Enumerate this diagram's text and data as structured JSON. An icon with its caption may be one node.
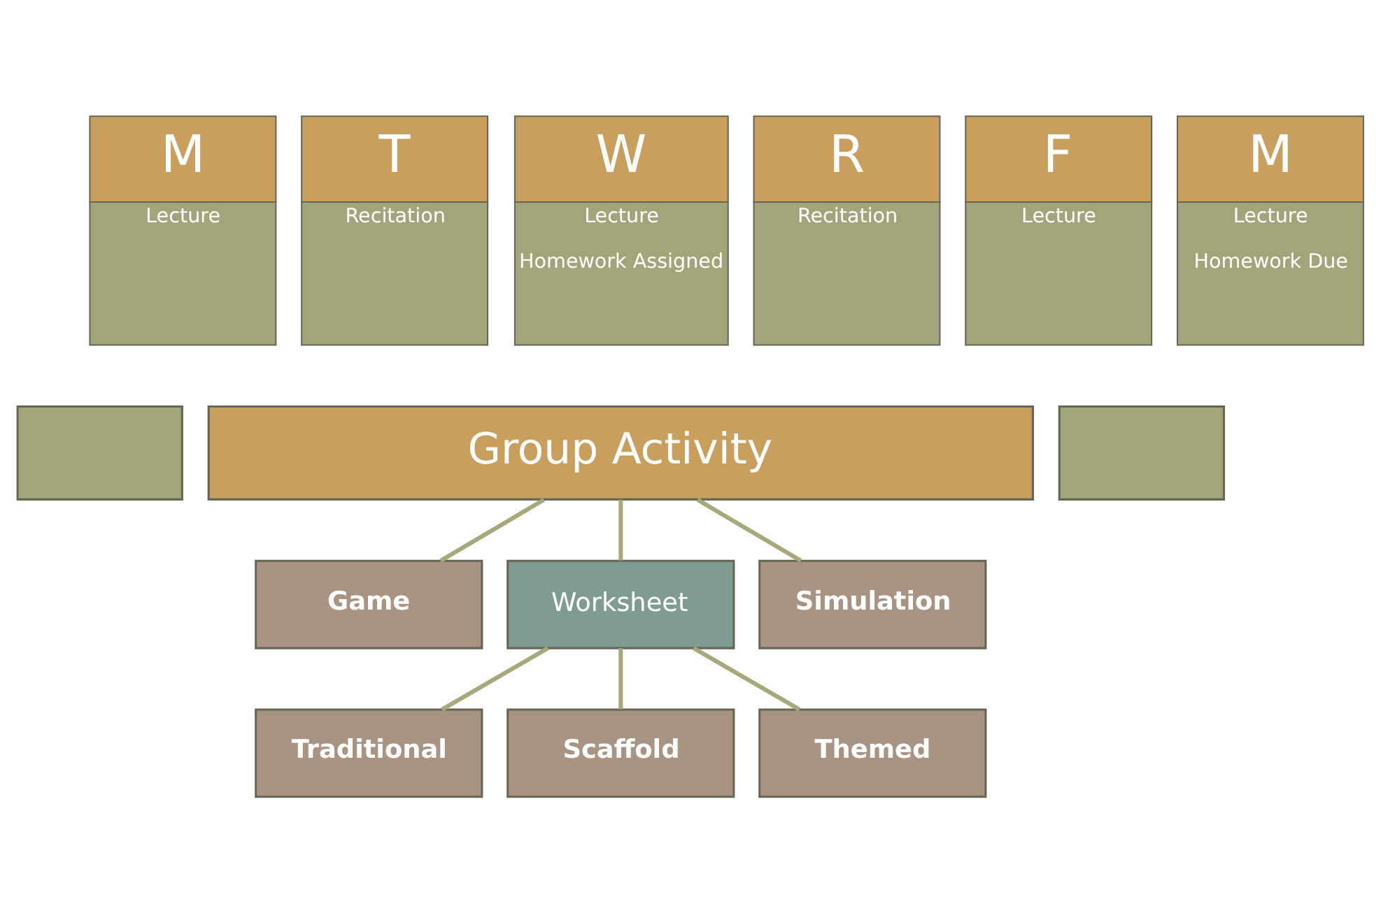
{
  "diagram": {
    "nodes": [
      {
        "text": [
          "M",
          "Lecture"
        ]
      },
      {
        "text": [
          "T",
          "Recitation"
        ]
      },
      {
        "text": [
          "W",
          "Lecture",
          "Homework Assigned"
        ]
      },
      {
        "text": [
          "R",
          "Recitation"
        ]
      },
      {
        "text": [
          "F",
          "Lecture"
        ]
      },
      {
        "text": [
          "M",
          "Lecture",
          "Homework Due"
        ]
      },
      {
        "text": [],
        "shape": "box"
      },
      {
        "text": [
          "Group Activity"
        ]
      },
      {
        "text": [],
        "shape": "box"
      },
      {
        "text": [
          "Game"
        ]
      },
      {
        "text": [
          "Worksheet"
        ]
      },
      {
        "text": [
          "Simulation"
        ]
      },
      {
        "text": [
          "Traditional"
        ]
      },
      {
        "text": [
          "Scaffold"
        ]
      },
      {
        "text": [
          "Themed"
        ]
      }
    ],
    "edges": [
      {
        "from": 7,
        "to": 9,
        "arrow": "none"
      },
      {
        "from": 7,
        "to": 10,
        "arrow": "none"
      },
      {
        "from": 7,
        "to": 11,
        "arrow": "none"
      },
      {
        "from": 10,
        "to": 12,
        "arrow": "none"
      },
      {
        "from": 10,
        "to": 13,
        "arrow": "none"
      },
      {
        "from": 10,
        "to": 14,
        "arrow": "none"
      }
    ]
  }
}
